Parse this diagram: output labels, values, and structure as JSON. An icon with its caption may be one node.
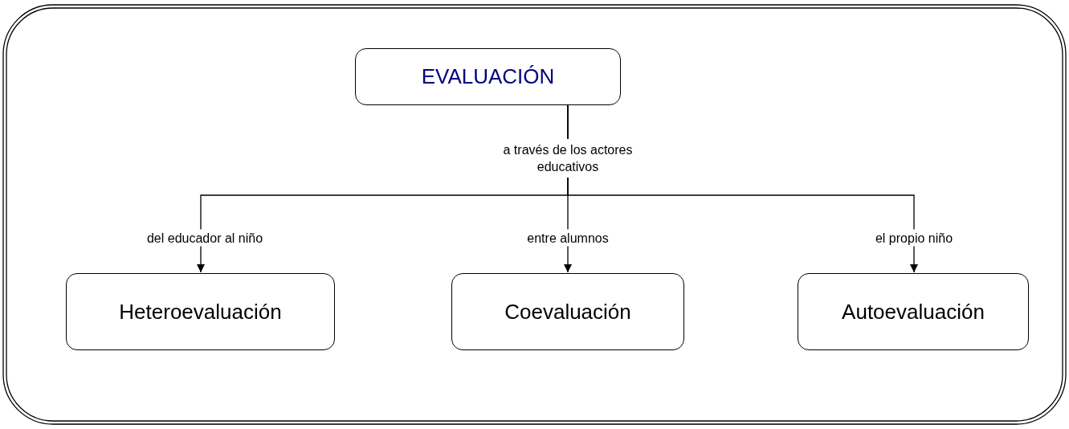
{
  "diagram": {
    "nodes": [
      {
        "text": [
          "EVALUACIÓN"
        ]
      },
      {
        "text": [
          "Heteroevaluación"
        ]
      },
      {
        "text": [
          "Coevaluación"
        ]
      },
      {
        "text": [
          "Autoevaluación"
        ]
      }
    ],
    "edges": [
      {
        "from": 0,
        "to": 1,
        "arrow": "to",
        "label": "del educador al niño"
      },
      {
        "from": 0,
        "to": 2,
        "arrow": "to",
        "label": "entre alumnos"
      },
      {
        "from": 0,
        "to": 3,
        "arrow": "to",
        "label": "el propio niño"
      }
    ],
    "labels": [
      "a través de los actores educativos"
    ]
  }
}
